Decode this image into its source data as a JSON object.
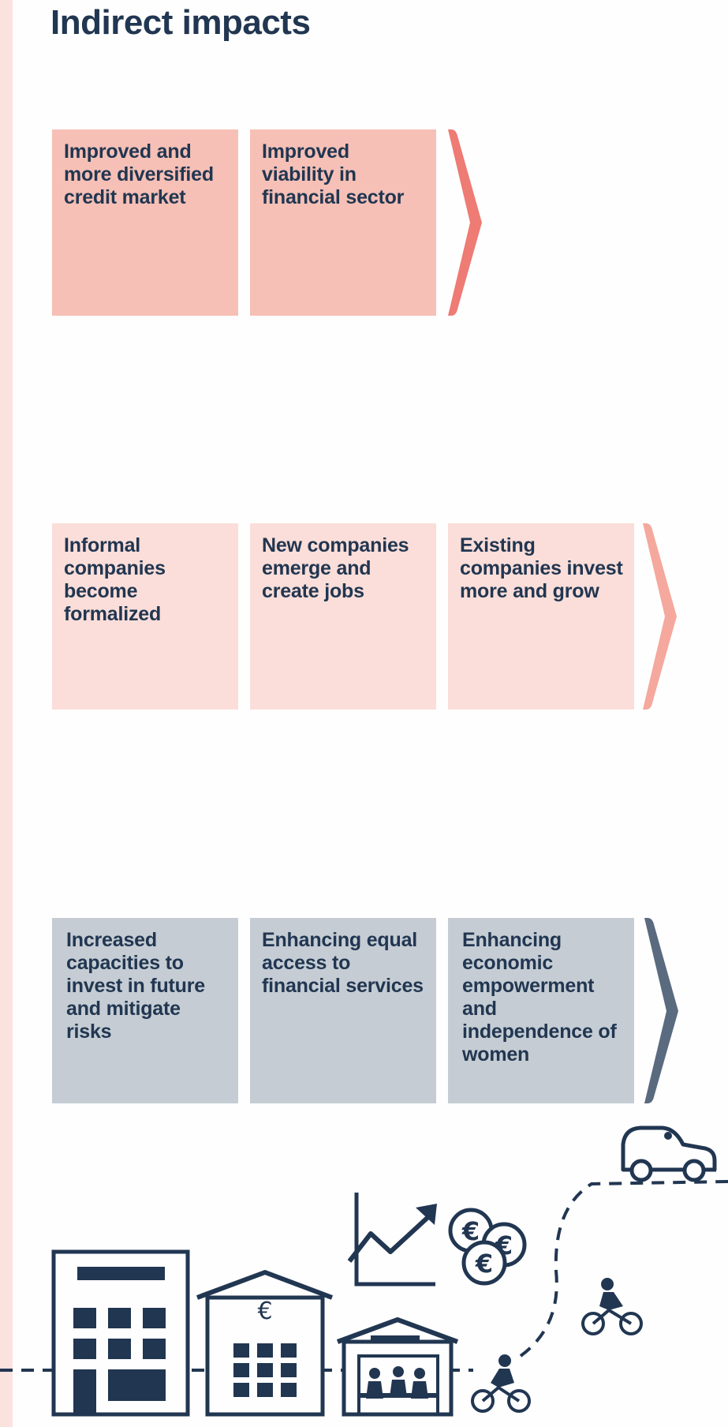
{
  "page": {
    "title": "Indirect impacts"
  },
  "colors": {
    "row1_box": "#f6c0b6",
    "row1_arrow": "#ee7b74",
    "row2_box": "#fbded9",
    "row2_arrow": "#f5a89d",
    "row3_box": "#c5ccd3",
    "row3_arrow": "#5a6a7f",
    "text": "#213651",
    "accent_strip": "#fbe2de"
  },
  "rows": [
    {
      "items": [
        "Improved and more diversified credit market",
        "Improved viability in financial sector"
      ]
    },
    {
      "items": [
        "Informal companies become formalized",
        "New companies emerge and create jobs",
        "Existing companies invest more and grow"
      ]
    },
    {
      "items": [
        "Increased capacities to invest in future and mitigate risks",
        "Enhancing equal access to financial services",
        "Enhancing economic empowerment and independence of women"
      ]
    }
  ],
  "illustration": {
    "icons": [
      "office-building-icon",
      "bank-icon",
      "market-stall-icon",
      "growth-chart-icon",
      "euro-coins-icon",
      "car-icon",
      "cyclist-icon"
    ],
    "euro_symbol": "€"
  }
}
